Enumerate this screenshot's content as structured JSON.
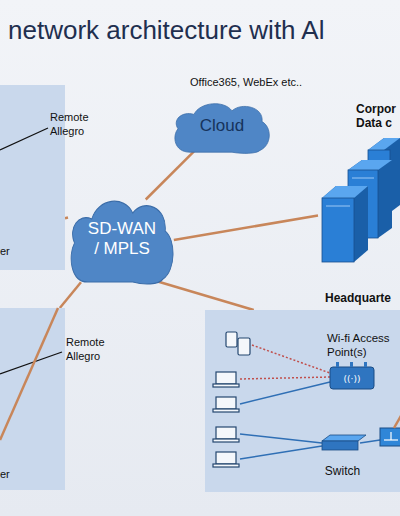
{
  "diagram": {
    "title": "network architecture with Al",
    "nodes": [
      {
        "text": [
          "er"
        ]
      },
      {
        "text": [
          "er"
        ]
      },
      {
        "text": [
          "Cloud"
        ]
      },
      {
        "text": [
          "SD-WAN / MPLS"
        ]
      },
      {
        "text": [
          "Corpor Data c"
        ]
      },
      {
        "text": [
          "Headquarte"
        ]
      },
      {
        "text": [
          "Wi-fi Access Point(s)"
        ],
        "in": 5
      },
      {
        "text": [
          "Switch"
        ],
        "in": 5
      }
    ],
    "edges": [
      {
        "from": 0,
        "to": 3,
        "arrow": "none"
      },
      {
        "from": 1,
        "to": 3,
        "arrow": "none"
      },
      {
        "from": 3,
        "to": 2,
        "arrow": "none"
      },
      {
        "from": 3,
        "to": 4,
        "arrow": "none"
      },
      {
        "from": 3,
        "to": 5,
        "arrow": "none"
      },
      {
        "from": 6,
        "to": 7,
        "arrow": "none"
      }
    ],
    "labels": [
      "Office365, WebEx etc..",
      "Remote Allegro",
      "Remote Allegro"
    ]
  }
}
